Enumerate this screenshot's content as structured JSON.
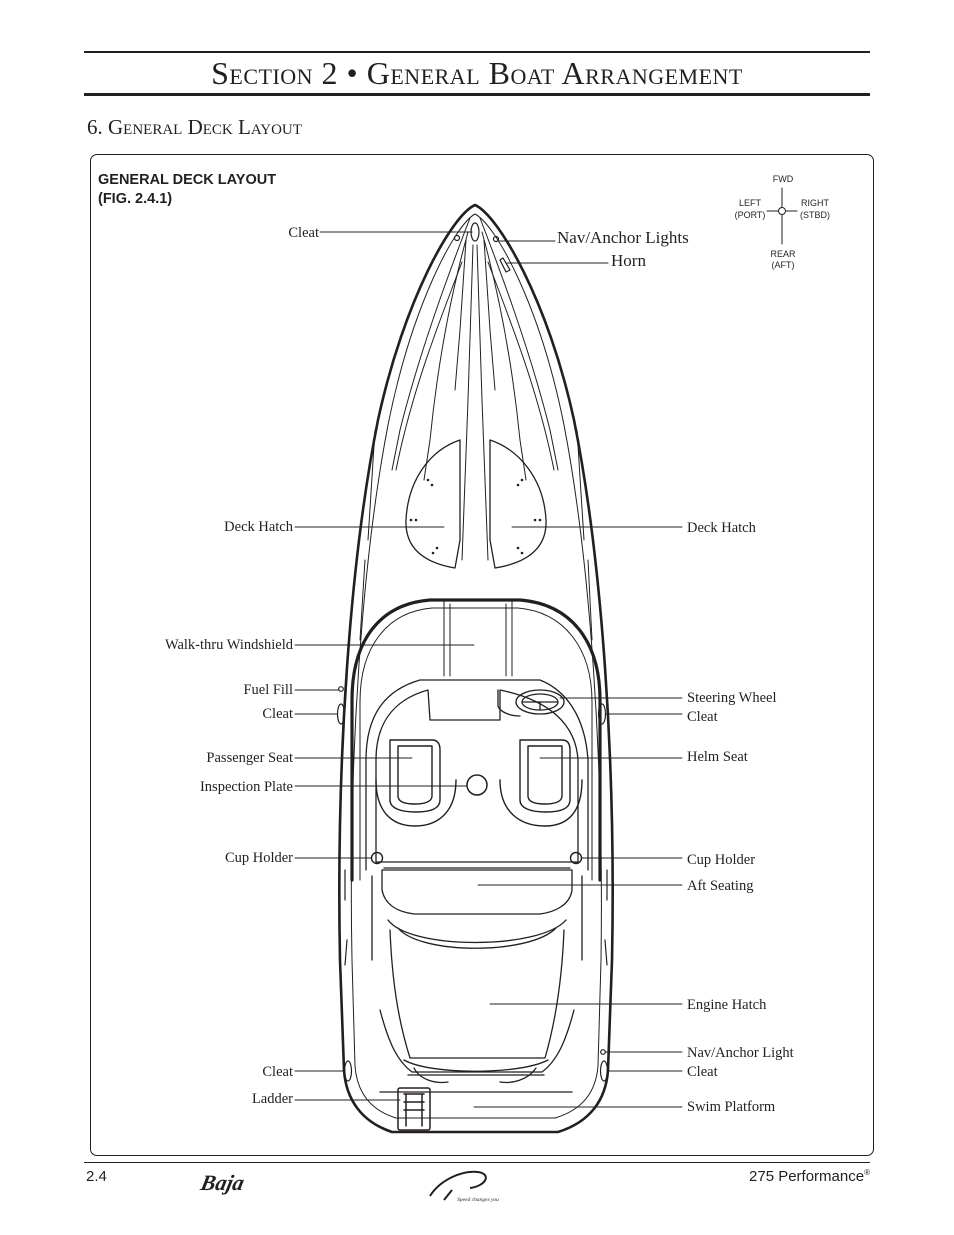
{
  "header": {
    "section_title": "Section 2 • General Boat Arrangement",
    "subheading": "6. General Deck Layout"
  },
  "figure": {
    "title_line1": "GENERAL DECK LAYOUT",
    "title_line2": "(FIG. 2.4.1)",
    "compass": {
      "fwd": "FWD",
      "left": "LEFT",
      "left_sub": "(PORT)",
      "right": "RIGHT",
      "right_sub": "(STBD)",
      "rear": "REAR",
      "rear_sub": "(AFT)"
    },
    "labels": {
      "cleat_bow": "Cleat",
      "nav_anchor_lights": "Nav/Anchor Lights",
      "horn": "Horn",
      "deck_hatch_left": "Deck Hatch",
      "deck_hatch_right": "Deck Hatch",
      "walk_thru_windshield": "Walk-thru Windshield",
      "fuel_fill": "Fuel Fill",
      "cleat_mid_left": "Cleat",
      "steering_wheel": "Steering Wheel",
      "cleat_mid_right": "Cleat",
      "passenger_seat": "Passenger Seat",
      "helm_seat": "Helm Seat",
      "inspection_plate": "Inspection Plate",
      "cup_holder_left": "Cup Holder",
      "cup_holder_right": "Cup Holder",
      "aft_seating": "Aft Seating",
      "engine_hatch": "Engine Hatch",
      "nav_anchor_light": "Nav/Anchor Light",
      "cleat_aft_right": "Cleat",
      "cleat_aft_left": "Cleat",
      "ladder": "Ladder",
      "swim_platform": "Swim Platform"
    }
  },
  "footer": {
    "page_number": "2.4",
    "model_name": "275 Performance",
    "model_mark": "®",
    "logo_text": "Baja",
    "logo_tagline": "Speed changes you"
  }
}
